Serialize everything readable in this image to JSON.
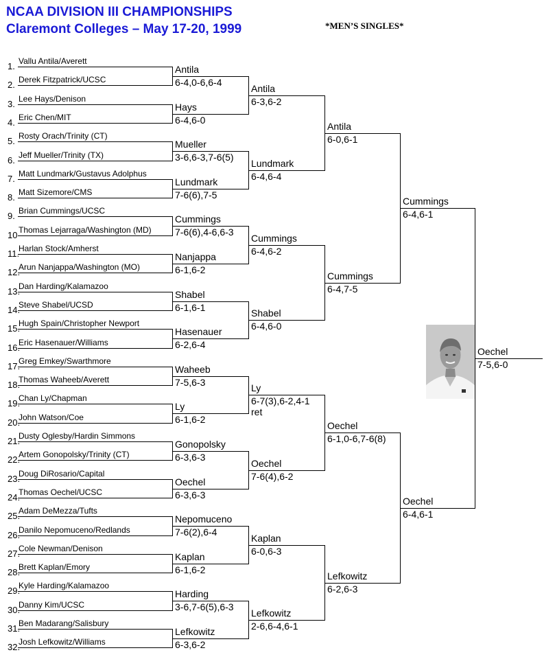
{
  "header": {
    "title_line1": "NCAA DIVISION III CHAMPIONSHIPS",
    "title_line2": "Claremont Colleges – May 17-20, 1999",
    "event": "*MEN’S SINGLES*"
  },
  "players": [
    {
      "seed": "1.",
      "name": "Vallu Antila/Averett"
    },
    {
      "seed": "2.",
      "name": "Derek Fitzpatrick/UCSC"
    },
    {
      "seed": "3.",
      "name": "Lee Hays/Denison"
    },
    {
      "seed": "4.",
      "name": "Eric Chen/MIT"
    },
    {
      "seed": "5.",
      "name": "Rosty Orach/Trinity (CT)"
    },
    {
      "seed": "6.",
      "name": "Jeff Mueller/Trinity (TX)"
    },
    {
      "seed": "7.",
      "name": "Matt Lundmark/Gustavus Adolphus"
    },
    {
      "seed": "8.",
      "name": "Matt Sizemore/CMS"
    },
    {
      "seed": "9.",
      "name": "Brian Cummings/UCSC"
    },
    {
      "seed": "10",
      "name": "Thomas Lejarraga/Washington (MD)"
    },
    {
      "seed": "11.",
      "name": "Harlan Stock/Amherst"
    },
    {
      "seed": "12.",
      "name": "Arun Nanjappa/Washington (MO)"
    },
    {
      "seed": "13.",
      "name": "Dan Harding/Kalamazoo"
    },
    {
      "seed": "14.",
      "name": "Steve Shabel/UCSD"
    },
    {
      "seed": "15.",
      "name": "Hugh Spain/Christopher Newport"
    },
    {
      "seed": "16.",
      "name": "Eric Hasenauer/Williams"
    },
    {
      "seed": "17.",
      "name": "Greg Emkey/Swarthmore"
    },
    {
      "seed": "18.",
      "name": "Thomas Waheeb/Averett"
    },
    {
      "seed": "19.",
      "name": "Chan Ly/Chapman"
    },
    {
      "seed": "20.",
      "name": "John Watson/Coe"
    },
    {
      "seed": "21.",
      "name": "Dusty Oglesby/Hardin Simmons"
    },
    {
      "seed": "22.",
      "name": "Artem Gonopolsky/Trinity (CT)"
    },
    {
      "seed": "23.",
      "name": "Doug DiRosario/Capital"
    },
    {
      "seed": "24.",
      "name": "Thomas Oechel/UCSC"
    },
    {
      "seed": "25.",
      "name": "Adam DeMezza/Tufts"
    },
    {
      "seed": "26.",
      "name": "Danilo Nepomuceno/Redlands"
    },
    {
      "seed": "27.",
      "name": "Cole Newman/Denison"
    },
    {
      "seed": "28.",
      "name": "Brett Kaplan/Emory"
    },
    {
      "seed": "29.",
      "name": "Kyle Harding/Kalamazoo"
    },
    {
      "seed": "30.",
      "name": "Danny Kim/UCSC"
    },
    {
      "seed": "31.",
      "name": "Ben Madarang/Salisbury"
    },
    {
      "seed": "32.",
      "name": "Josh Lefkowitz/Williams"
    }
  ],
  "rounds": [
    [
      {
        "winner": "Antila",
        "score": [
          "6-4,0-6,6-4"
        ]
      },
      {
        "winner": "Hays",
        "score": [
          "6-4,6-0"
        ]
      },
      {
        "winner": "Mueller",
        "score": [
          "3-6,6-3,7-6(5)"
        ]
      },
      {
        "winner": "Lundmark",
        "score": [
          "7-6(6),7-5"
        ]
      },
      {
        "winner": "Cummings",
        "score": [
          "7-6(6),4-6,6-3"
        ]
      },
      {
        "winner": "Nanjappa",
        "score": [
          "6-1,6-2"
        ]
      },
      {
        "winner": "Shabel",
        "score": [
          "6-1,6-1"
        ]
      },
      {
        "winner": "Hasenauer",
        "score": [
          "6-2,6-4"
        ]
      },
      {
        "winner": "Waheeb",
        "score": [
          "7-5,6-3"
        ]
      },
      {
        "winner": "Ly",
        "score": [
          "6-1,6-2"
        ]
      },
      {
        "winner": "Gonopolsky",
        "score": [
          "6-3,6-3"
        ]
      },
      {
        "winner": "Oechel",
        "score": [
          "6-3,6-3"
        ]
      },
      {
        "winner": "Nepomuceno",
        "score": [
          "7-6(2),6-4"
        ]
      },
      {
        "winner": "Kaplan",
        "score": [
          "6-1,6-2"
        ]
      },
      {
        "winner": "Harding",
        "score": [
          "3-6,7-6(5),6-3"
        ]
      },
      {
        "winner": "Lefkowitz",
        "score": [
          "6-3,6-2"
        ]
      }
    ],
    [
      {
        "winner": "Antila",
        "score": [
          "6-3,6-2"
        ]
      },
      {
        "winner": "Lundmark",
        "score": [
          "6-4,6-4"
        ]
      },
      {
        "winner": "Cummings",
        "score": [
          "6-4,6-2"
        ]
      },
      {
        "winner": "Shabel",
        "score": [
          "6-4,6-0"
        ]
      },
      {
        "winner": "Ly",
        "score": [
          "6-7(3),6-2,4-1",
          "ret"
        ]
      },
      {
        "winner": "Oechel",
        "score": [
          "7-6(4),6-2"
        ]
      },
      {
        "winner": "Kaplan",
        "score": [
          "6-0,6-3"
        ]
      },
      {
        "winner": "Lefkowitz",
        "score": [
          "2-6,6-4,6-1"
        ]
      }
    ],
    [
      {
        "winner": "Antila",
        "score": [
          "6-0,6-1"
        ]
      },
      {
        "winner": "Cummings",
        "score": [
          "6-4,7-5"
        ]
      },
      {
        "winner": "Oechel",
        "score": [
          "6-1,0-6,7-6(8)"
        ]
      },
      {
        "winner": "Lefkowitz",
        "score": [
          "6-2,6-3"
        ]
      }
    ],
    [
      {
        "winner": "Cummings",
        "score": [
          "6-4,6-1"
        ]
      },
      {
        "winner": "Oechel",
        "score": [
          "6-4,6-1"
        ]
      }
    ],
    [
      {
        "winner": "Oechel",
        "score": [
          "7-5,6-0"
        ]
      }
    ]
  ],
  "champion_photo": {
    "alt": "Oechel"
  }
}
